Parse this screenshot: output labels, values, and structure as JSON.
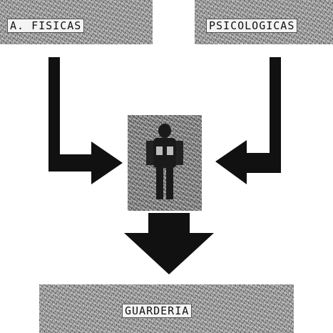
{
  "labels": {
    "fisicas": "A. FISICAS",
    "psicologicas": "PSICOLOGICAS",
    "guarderia": "GUARDERIA"
  },
  "colors": {
    "arrow": "#111111",
    "label_background": "#f4f4f4"
  },
  "icons": {
    "center_image": "person-figure-icon"
  }
}
